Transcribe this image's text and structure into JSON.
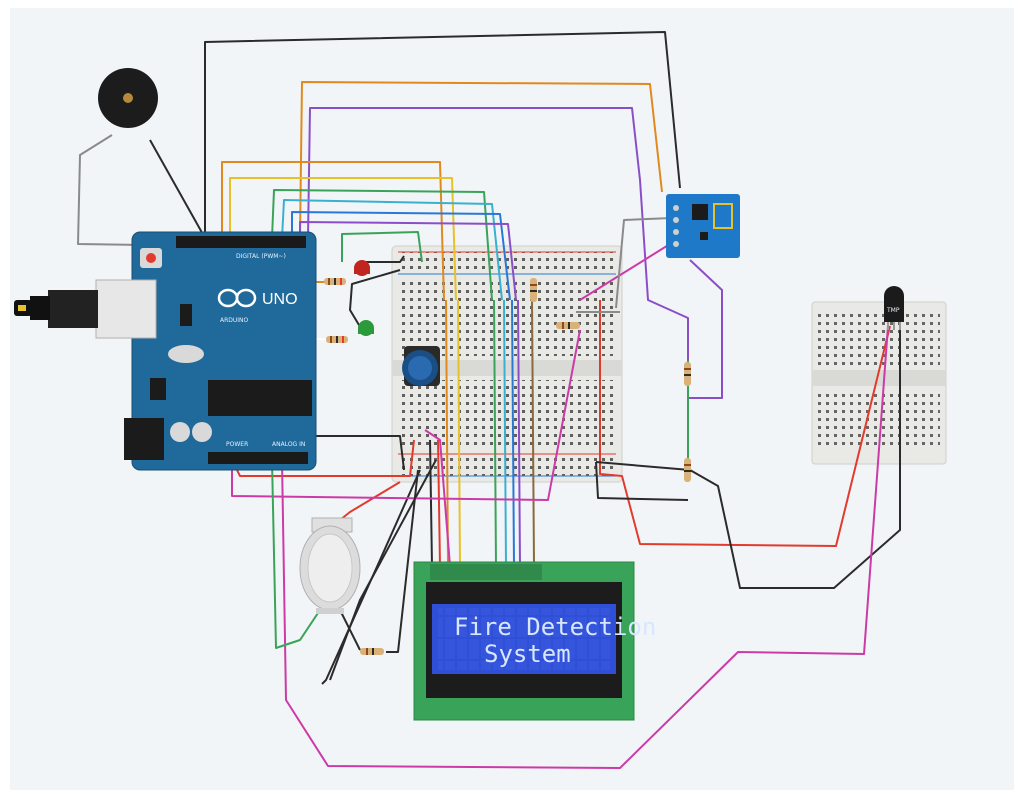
{
  "lcd": {
    "line1": "Fire Detection",
    "line2": "System"
  },
  "arduino": {
    "brand": "ARDUINO",
    "model": "UNO",
    "digital_label": "DIGITAL (PWM~)",
    "power_label": "POWER",
    "analog_label": "ANALOG IN"
  },
  "sensor": {
    "label": "TMP"
  },
  "colors": {
    "canvas": "#f2f5f8",
    "arduino_board": "#1f6a9a",
    "breadboard": "#e9e9e6",
    "lcd_pcb": "#3aa35a",
    "lcd_screen": "#2f4fd6",
    "esp_module": "#1e7ac8",
    "wire_red": "#e23b2e",
    "wire_black": "#2b2b2b",
    "wire_magenta": "#cc3aa8",
    "wire_green": "#3aa35a",
    "wire_orange": "#e08a1e",
    "wire_yellow": "#e8c02a",
    "wire_purple": "#8a4fc8",
    "wire_blue": "#2a78d6",
    "wire_cyan": "#3ab0d0",
    "wire_gray": "#8a8a8a"
  },
  "icons": [
    "buzzer-icon",
    "usb-connector-icon",
    "led-red-icon",
    "led-green-icon",
    "potentiometer-icon",
    "gas-sensor-icon",
    "resistor-icon",
    "temperature-sensor-icon",
    "wifi-module-icon"
  ]
}
